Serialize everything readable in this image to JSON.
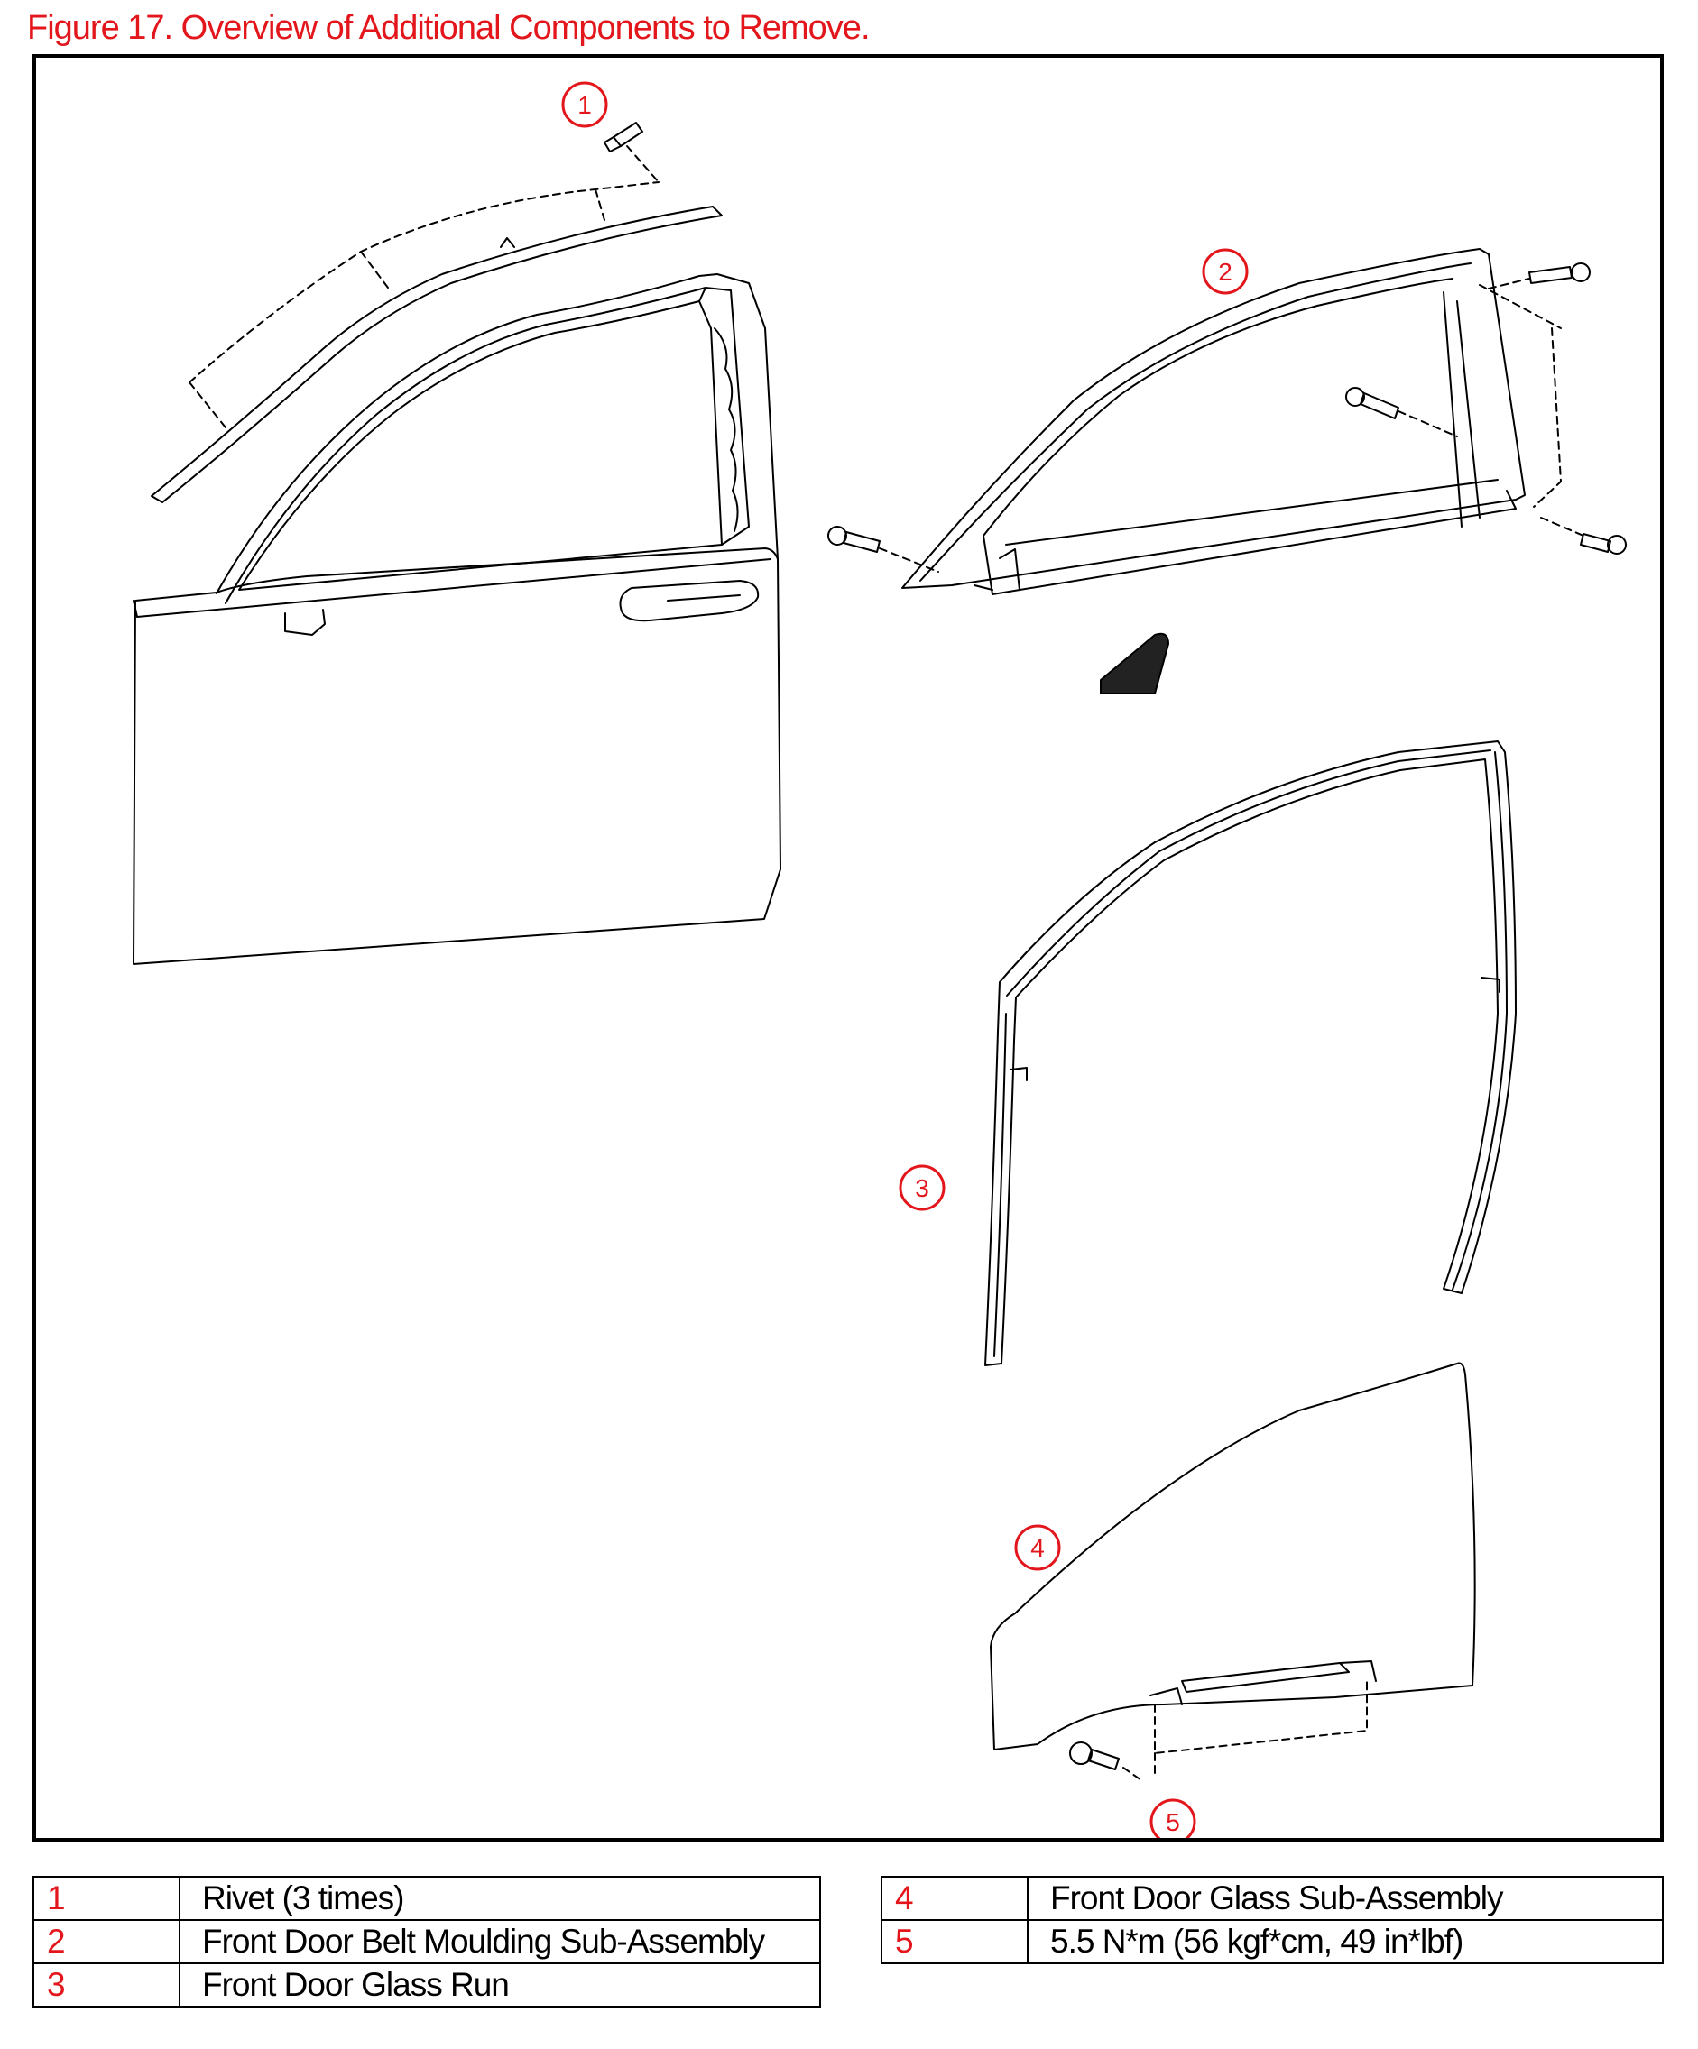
{
  "title": "Figure 17. Overview of Additional Components to Remove.",
  "callouts": [
    "1",
    "2",
    "3",
    "4",
    "5"
  ],
  "legend_left": [
    {
      "num": "1",
      "desc": "Rivet (3 times)"
    },
    {
      "num": "2",
      "desc": "Front Door Belt Moulding Sub-Assembly"
    },
    {
      "num": "3",
      "desc": "Front Door Glass Run"
    }
  ],
  "legend_right": [
    {
      "num": "4",
      "desc": "Front Door Glass Sub-Assembly"
    },
    {
      "num": "5",
      "desc": "5.5 N*m (56 kgf*cm, 49 in*lbf)"
    }
  ],
  "colors": {
    "accent": "#e3161c",
    "line": "#000000"
  }
}
